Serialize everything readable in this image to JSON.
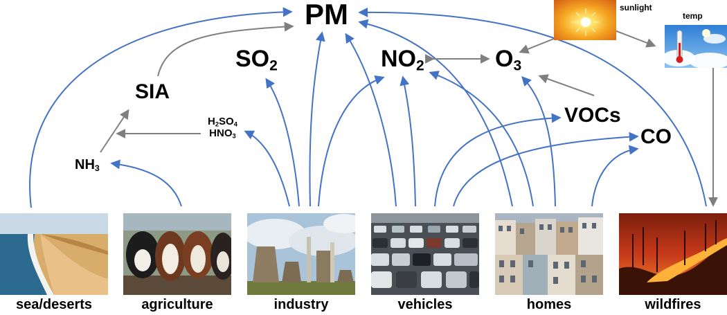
{
  "pollutants": {
    "pm": "PM",
    "so2": {
      "base": "SO",
      "sub": "2"
    },
    "no2": {
      "base": "NO",
      "sub": "2"
    },
    "o3": {
      "base": "O",
      "sub": "3"
    },
    "sia": "SIA",
    "vocs": "VOCs",
    "co": "CO",
    "nh3": {
      "base": "NH",
      "sub": "3"
    },
    "h2so4": {
      "a": "H",
      "a_sub": "2",
      "b": "SO",
      "b_sub": "4"
    },
    "hno3": {
      "a": "HNO",
      "a_sub": "3"
    }
  },
  "factors": {
    "sunlight": "sunlight",
    "temp": "temp"
  },
  "sources": [
    {
      "key": "sea",
      "label": "sea/deserts"
    },
    {
      "key": "agri",
      "label": "agriculture"
    },
    {
      "key": "industry",
      "label": "industry"
    },
    {
      "key": "vehicles",
      "label": "vehicles"
    },
    {
      "key": "homes",
      "label": "homes"
    },
    {
      "key": "wildfires",
      "label": "wildfires"
    }
  ],
  "colors": {
    "blue_arrow": "#4472c4",
    "gray_arrow": "#7f7f7f",
    "sun": "#f29a1f",
    "sky": "#4a90d9",
    "fire": "#d9481c"
  },
  "icons": {
    "sunlight": "sun-icon",
    "temp": "thermometer-icon"
  }
}
